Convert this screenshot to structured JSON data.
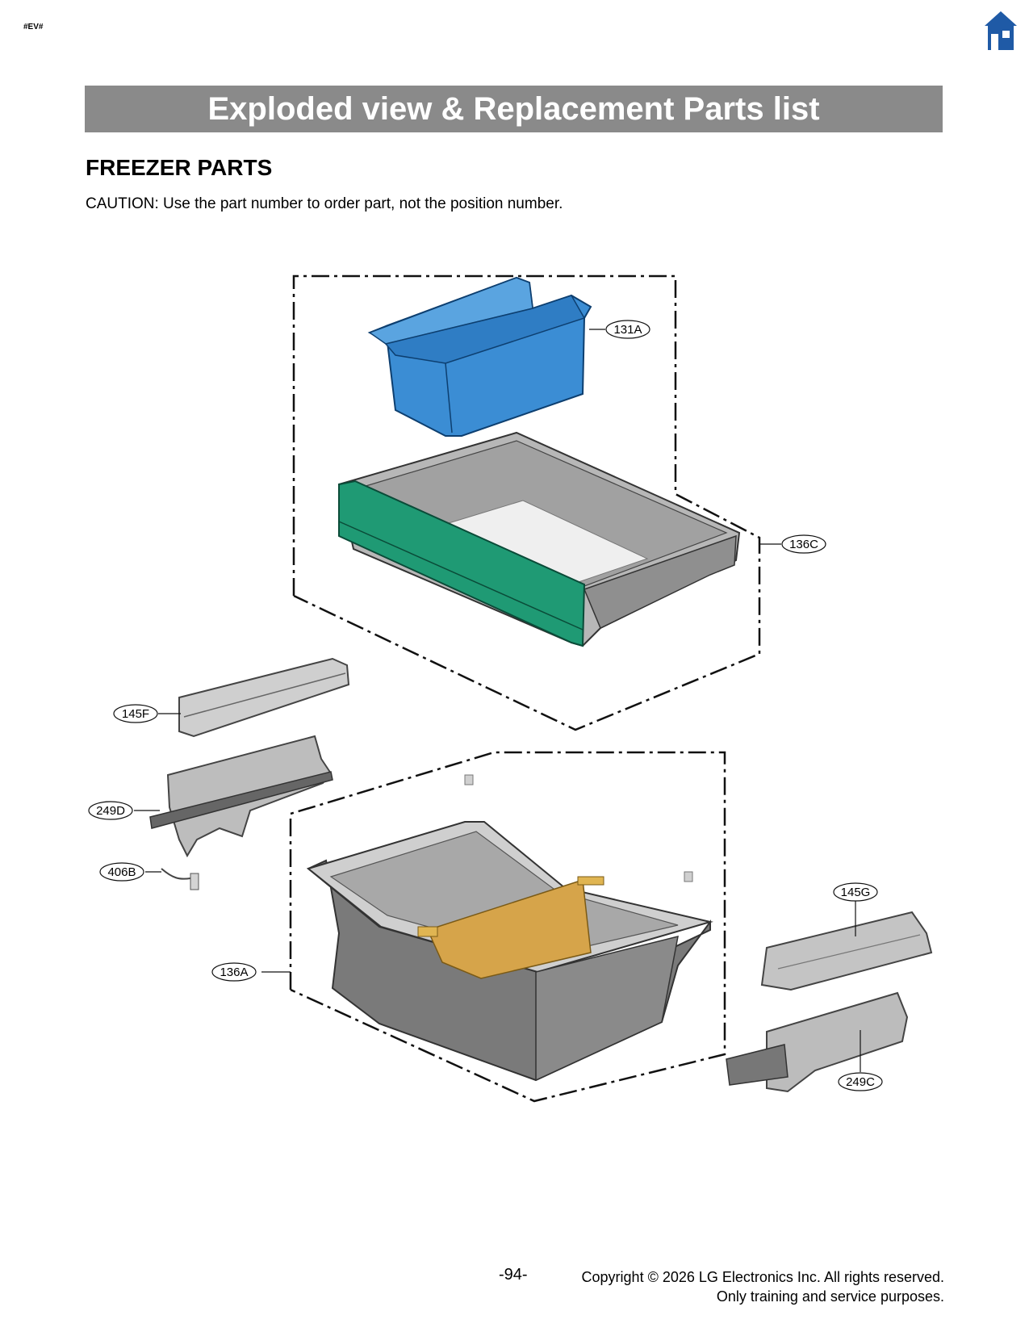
{
  "header": {
    "mark": "#EV#",
    "home_icon": "home-icon"
  },
  "banner": {
    "title": "Exploded view & Replacement Parts list"
  },
  "section": {
    "title": "FREEZER PARTS",
    "caution": "CAUTION: Use the part number to order part, not the position number."
  },
  "colors": {
    "banner": "#8a8a8a",
    "home_icon": "#1f5aa6",
    "bin_blue": "#3b8dd4",
    "drawer_green": "#1f9a74",
    "drawer_grey": "#8f8f8f",
    "divider_tan": "#d6a44a"
  },
  "callouts": [
    {
      "id": "131a",
      "label": "131A"
    },
    {
      "id": "136c",
      "label": "136C"
    },
    {
      "id": "145f",
      "label": "145F"
    },
    {
      "id": "249d",
      "label": "249D"
    },
    {
      "id": "406b",
      "label": "406B"
    },
    {
      "id": "136a",
      "label": "136A"
    },
    {
      "id": "145g",
      "label": "145G"
    },
    {
      "id": "249c",
      "label": "249C"
    }
  ],
  "footer": {
    "page": "-94-",
    "copyright_line1": "Copyright © 2026 LG Electronics Inc. All rights reserved.",
    "copyright_line2": "Only training and service purposes."
  }
}
